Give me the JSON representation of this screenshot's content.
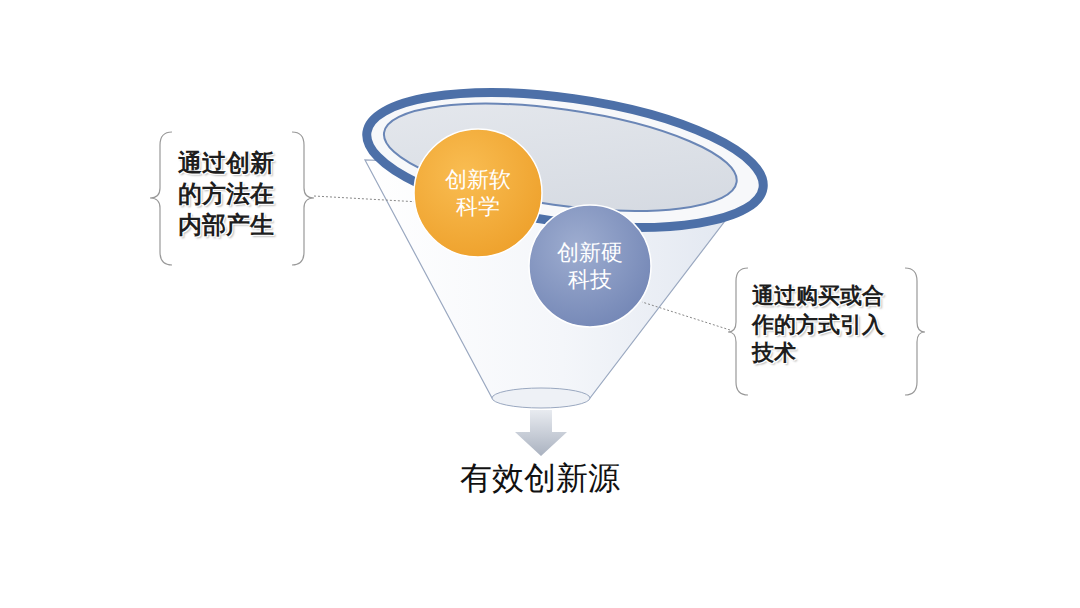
{
  "diagram": {
    "nodes": [
      {
        "text": [
          "创新软科学"
        ]
      },
      {
        "text": [
          "创新硬科技"
        ]
      }
    ],
    "labels": [
      "通过创新的方法在内部产生",
      "通过购买或合作的方式引入技术",
      "有效创新源"
    ]
  }
}
